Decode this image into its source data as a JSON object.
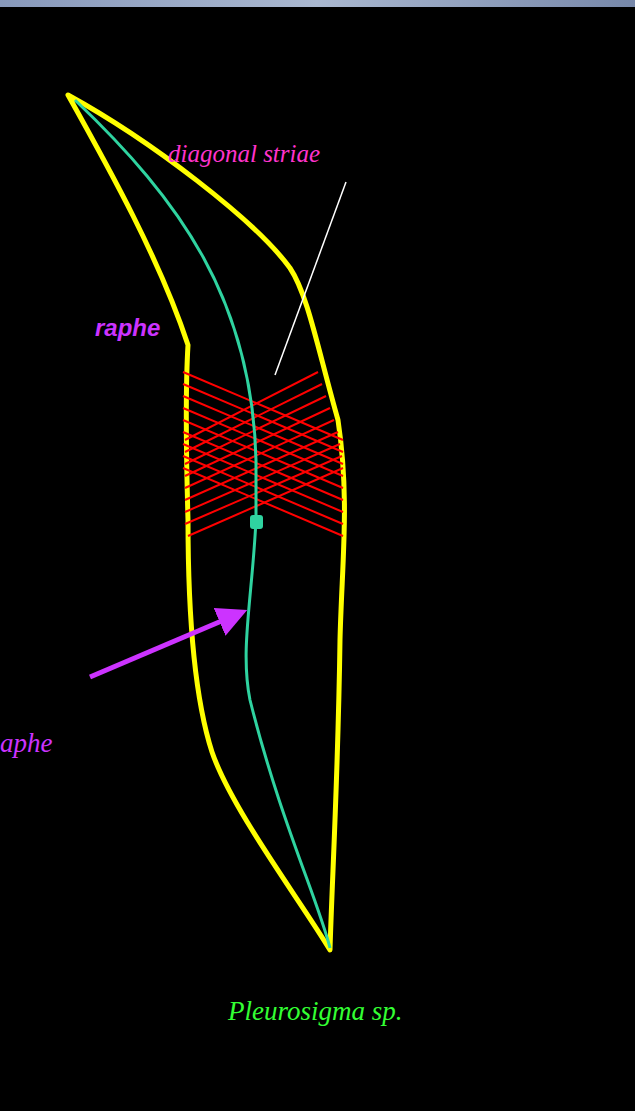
{
  "diagram": {
    "caption": "Pleurosigma sp.",
    "labels": [
      "diagonal striae",
      "raphe",
      "aphe"
    ]
  }
}
